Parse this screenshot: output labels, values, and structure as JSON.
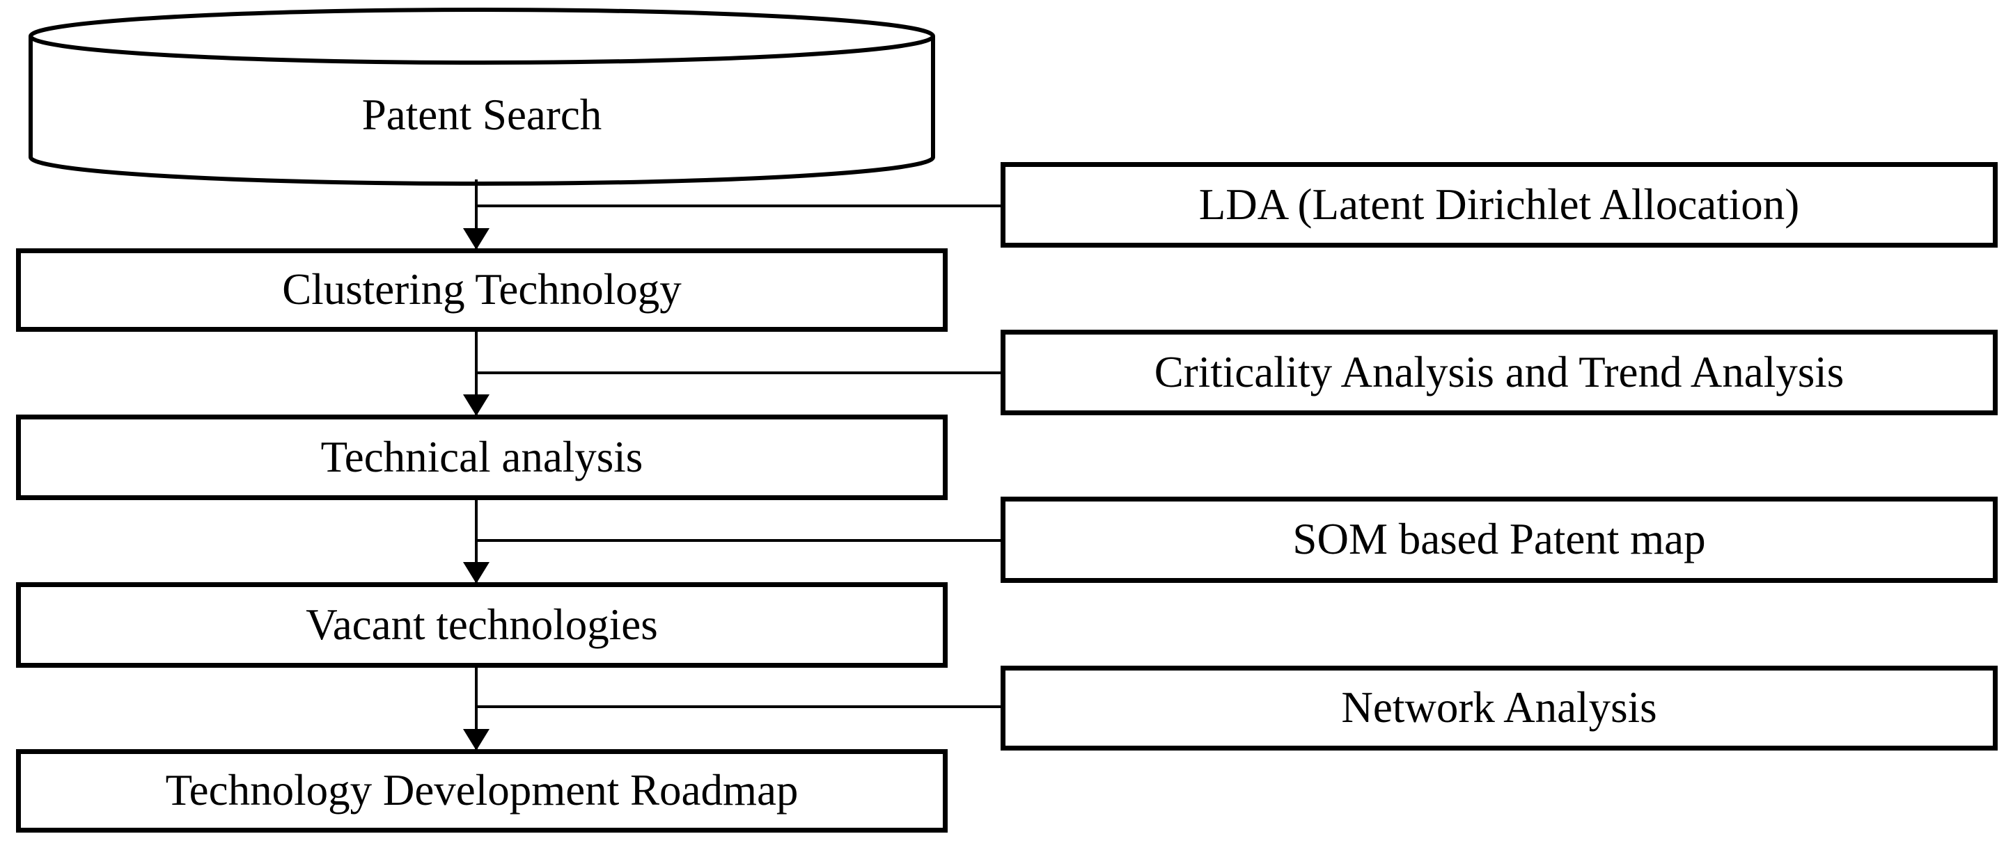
{
  "colors": {
    "stroke": "#000000",
    "background": "#ffffff"
  },
  "flowchart": {
    "source": {
      "shape": "cylinder",
      "label": "Patent Search"
    },
    "main_steps": [
      {
        "label": "Clustering Technology"
      },
      {
        "label": "Technical analysis"
      },
      {
        "label": "Vacant technologies"
      },
      {
        "label": "Technology Development Roadmap"
      }
    ],
    "method_boxes": [
      {
        "label": "LDA (Latent Dirichlet Allocation)"
      },
      {
        "label": "Criticality Analysis and Trend Analysis"
      },
      {
        "label": "SOM based Patent map"
      },
      {
        "label": "Network Analysis"
      }
    ],
    "edges": [
      {
        "from": "Patent Search",
        "to": "Clustering Technology",
        "branch_to": "LDA (Latent Dirichlet Allocation)"
      },
      {
        "from": "Clustering Technology",
        "to": "Technical analysis",
        "branch_to": "Criticality Analysis and Trend Analysis"
      },
      {
        "from": "Technical analysis",
        "to": "Vacant technologies",
        "branch_to": "SOM based Patent map"
      },
      {
        "from": "Vacant technologies",
        "to": "Technology Development Roadmap",
        "branch_to": "Network Analysis"
      }
    ]
  }
}
